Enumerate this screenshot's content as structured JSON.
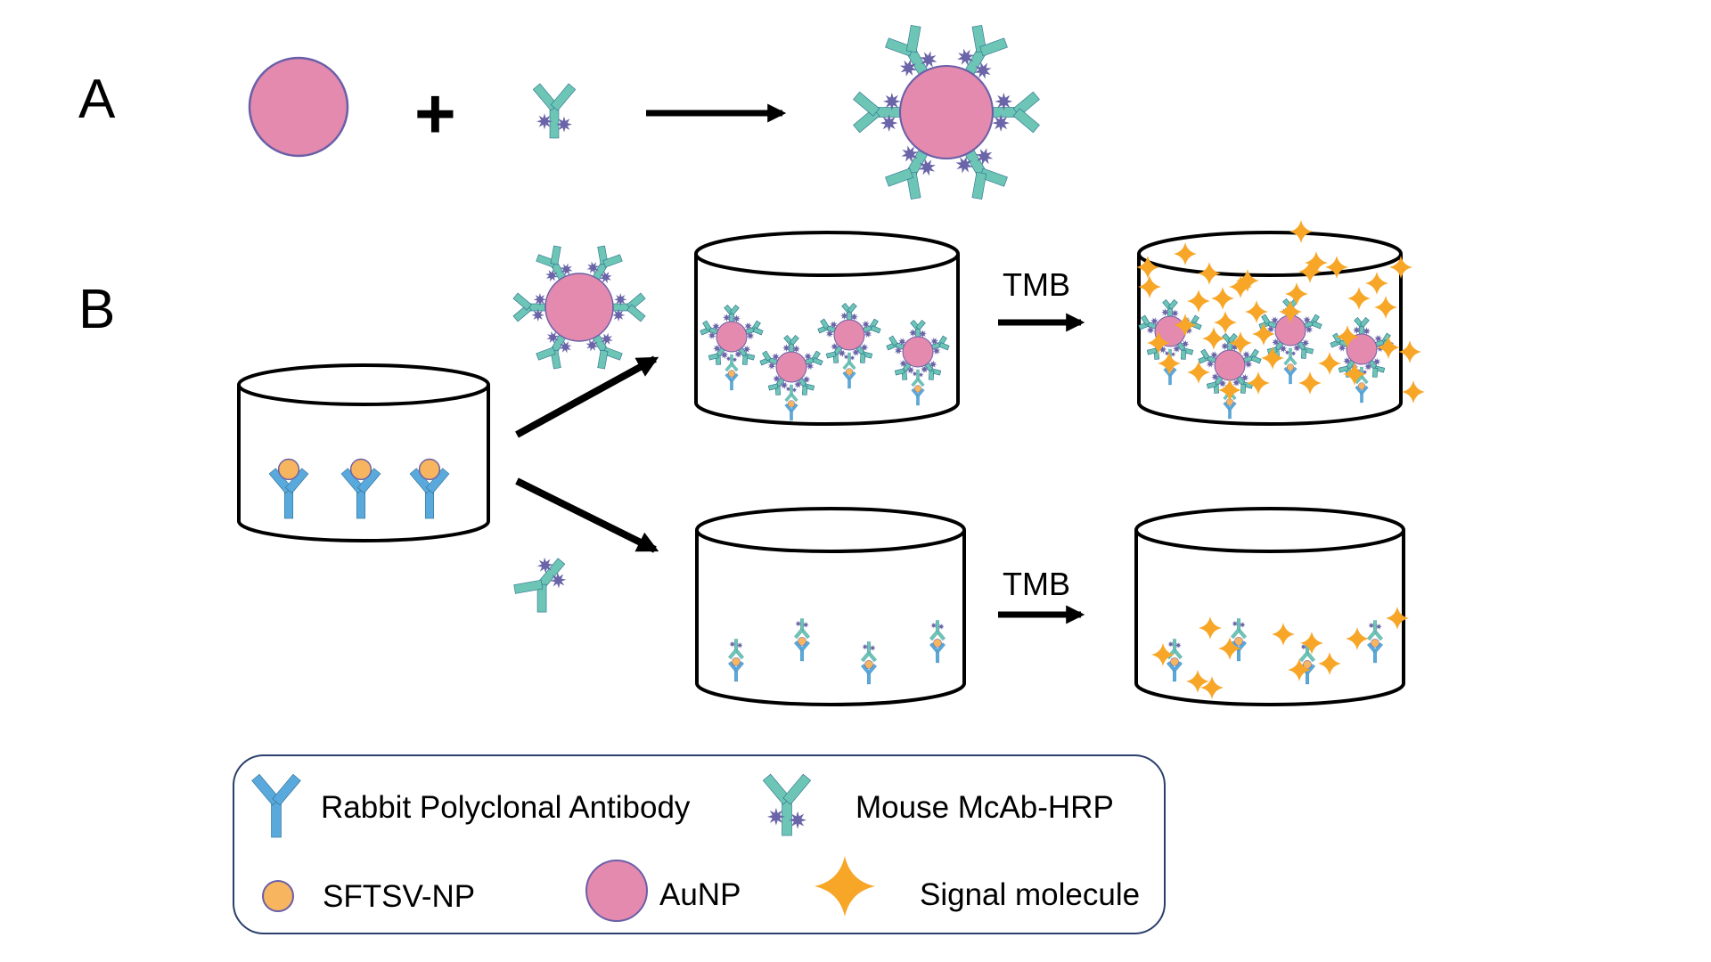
{
  "panels": {
    "a": "A",
    "b": "B"
  },
  "panel_a": {
    "plus": "+"
  },
  "steps": {
    "top": "TMB",
    "bottom": "TMB"
  },
  "legend": {
    "rabbit_antibody": "Rabbit Polyclonal Antibody",
    "mouse_mcab_hrp": "Mouse McAb-HRP",
    "sftsv_np": "SFTSV-NP",
    "aunp": "AuNP",
    "signal": "Signal molecule"
  },
  "colors": {
    "aunp_fill": "#e38aae",
    "aunp_stroke": "#6a5fa8",
    "antibody_blue": "#5aa9dc",
    "mouse_teal": "#6cc5b5",
    "hrp_purple": "#6a64a8",
    "np_orange": "#f6b55e",
    "signal_orange": "#f7a627"
  }
}
